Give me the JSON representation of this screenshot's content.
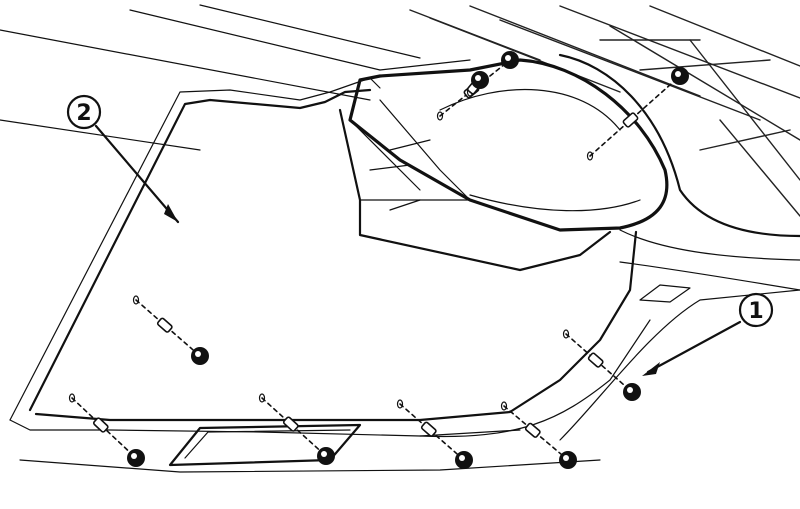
{
  "callouts": [
    {
      "id": "callout-1",
      "label": "1"
    },
    {
      "id": "callout-2",
      "label": "2"
    }
  ],
  "fasteners": {
    "clip_count": 9
  },
  "colors": {
    "ink": "#111111",
    "paper": "#ffffff"
  }
}
